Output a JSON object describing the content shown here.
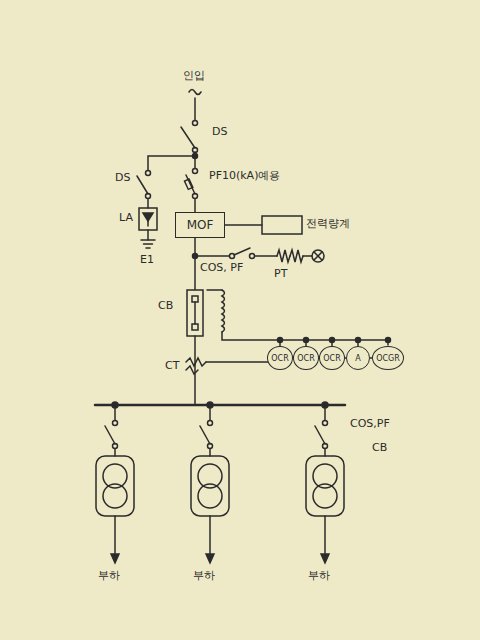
{
  "diagram": {
    "nodes": [
      {
        "text": [
          "MOF"
        ]
      },
      {
        "text": [
          "OCR"
        ]
      },
      {
        "text": [
          "OCR"
        ]
      },
      {
        "text": [
          "OCR"
        ]
      },
      {
        "text": [
          "A"
        ]
      },
      {
        "text": [
          "OCGR"
        ]
      }
    ],
    "edges": [
      {
        "from": 1,
        "to": 2,
        "arrow": "none"
      },
      {
        "from": 2,
        "to": 3,
        "arrow": "none"
      },
      {
        "from": 3,
        "to": 4,
        "arrow": "none"
      },
      {
        "from": 4,
        "to": 5,
        "arrow": "none"
      }
    ],
    "labels": [
      "인입",
      "DS",
      "PF10(kA)예용",
      "DS",
      "LA",
      "E1",
      "전력량계",
      "COS, PF",
      "PT",
      "CB",
      "CT",
      "COS,PF",
      "CB",
      "부하",
      "부하",
      "부하"
    ]
  }
}
